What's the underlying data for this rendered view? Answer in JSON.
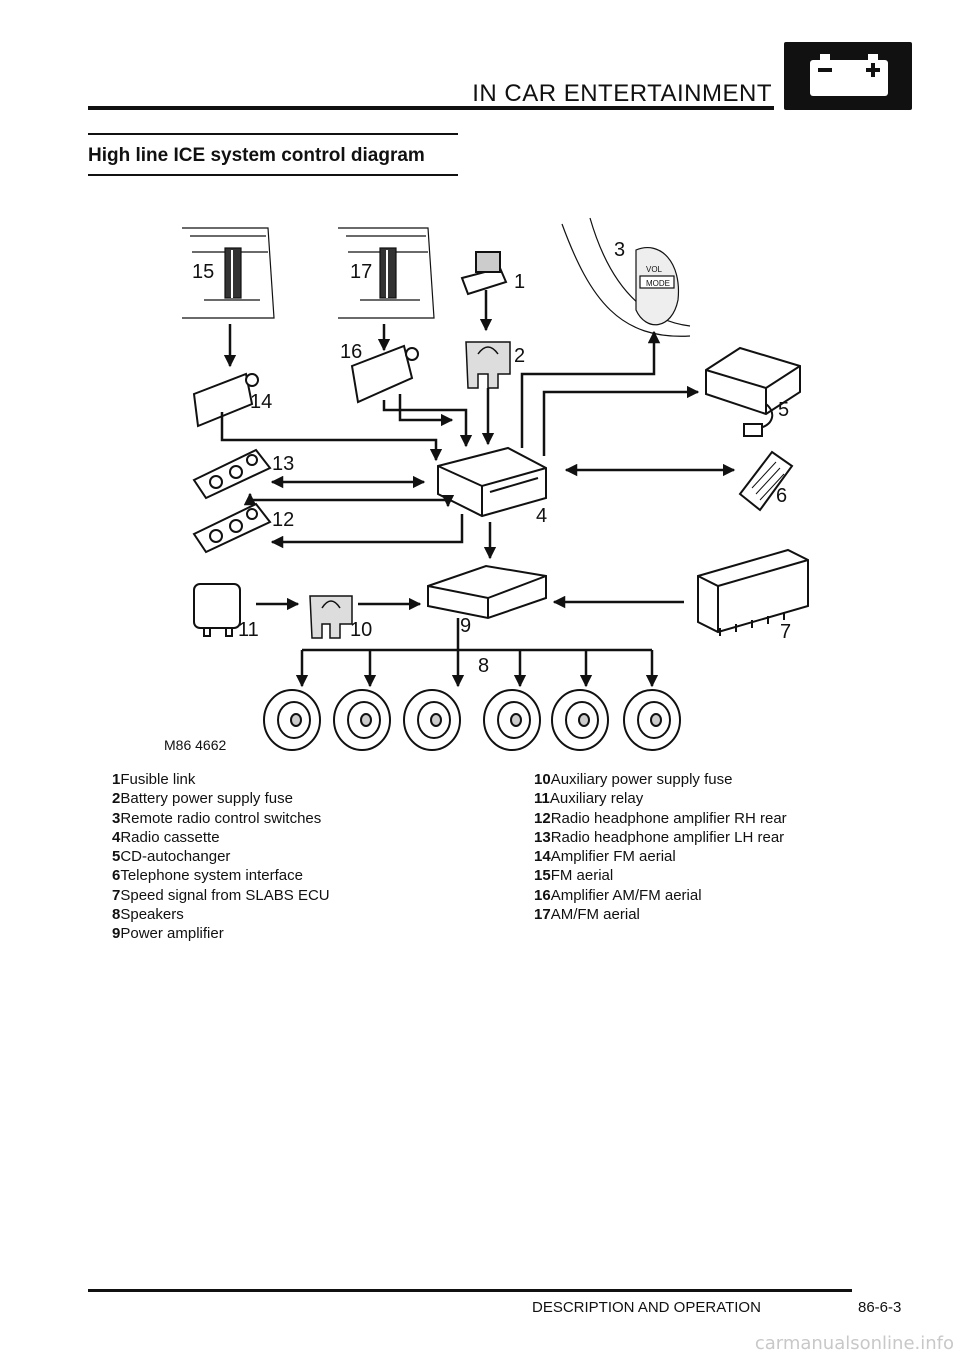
{
  "header": {
    "title": "IN CAR ENTERTAINMENT",
    "badge_icon": "battery-icon"
  },
  "section": {
    "title": "High line ICE system control diagram"
  },
  "figure": {
    "ref": "M86 4662",
    "callouts": {
      "c1": "1",
      "c2": "2",
      "c3": "3",
      "c4": "4",
      "c5": "5",
      "c6": "6",
      "c7": "7",
      "c8": "8",
      "c9": "9",
      "c10": "10",
      "c11": "11",
      "c12": "12",
      "c13": "13",
      "c14": "14",
      "c15": "15",
      "c16": "16",
      "c17": "17"
    },
    "control_labels": {
      "vol": "VOL",
      "mode": "MODE"
    }
  },
  "legend": {
    "left": [
      {
        "num": "1",
        "label": "Fusible link"
      },
      {
        "num": "2",
        "label": "Battery power supply fuse"
      },
      {
        "num": "3",
        "label": "Remote radio control switches"
      },
      {
        "num": "4",
        "label": "Radio cassette"
      },
      {
        "num": "5",
        "label": "CD-autochanger"
      },
      {
        "num": "6",
        "label": "Telephone system interface"
      },
      {
        "num": "7",
        "label": "Speed signal from SLABS ECU"
      },
      {
        "num": "8",
        "label": "Speakers"
      },
      {
        "num": "9",
        "label": "Power amplifier"
      }
    ],
    "right": [
      {
        "num": "10",
        "label": "Auxiliary power supply fuse"
      },
      {
        "num": "11",
        "label": "Auxiliary relay"
      },
      {
        "num": "12",
        "label": "Radio headphone amplifier RH rear"
      },
      {
        "num": "13",
        "label": "Radio headphone amplifier LH rear"
      },
      {
        "num": "14",
        "label": "Amplifier FM aerial"
      },
      {
        "num": "15",
        "label": "FM aerial"
      },
      {
        "num": "16",
        "label": "Amplifier AM/FM aerial"
      },
      {
        "num": "17",
        "label": "AM/FM aerial"
      }
    ]
  },
  "footer": {
    "section": "DESCRIPTION AND OPERATION",
    "page": "86-6-3"
  },
  "watermark": "carmanualsonline.info",
  "colors": {
    "ink": "#111111",
    "paper": "#ffffff",
    "watermark": "#c8c8c8"
  }
}
